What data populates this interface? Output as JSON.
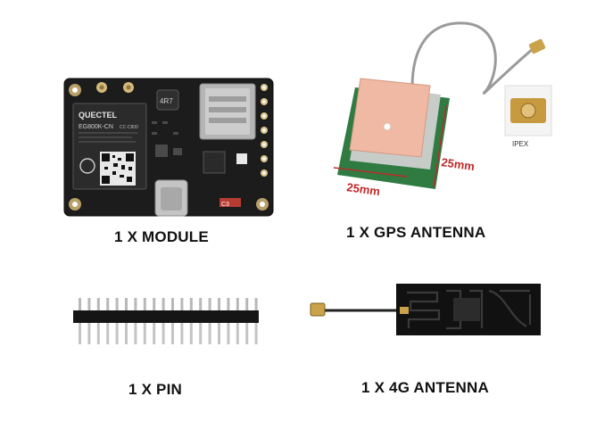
{
  "items": [
    {
      "id": "module",
      "caption": "1 X MODULE"
    },
    {
      "id": "gps",
      "caption": "1 X GPS ANTENNA"
    },
    {
      "id": "pin",
      "caption": "1 X PIN"
    },
    {
      "id": "lte",
      "caption": "1 X 4G ANTENNA"
    }
  ],
  "module_labels": {
    "brand": "QUECTEL",
    "model": "EG800K-CN",
    "sub": "CC-C800",
    "inductor": "4R7",
    "cap": "C3"
  },
  "gps_labels": {
    "dim_side": "25mm",
    "dim_bottom": "25mm",
    "connector": "IPEX"
  }
}
